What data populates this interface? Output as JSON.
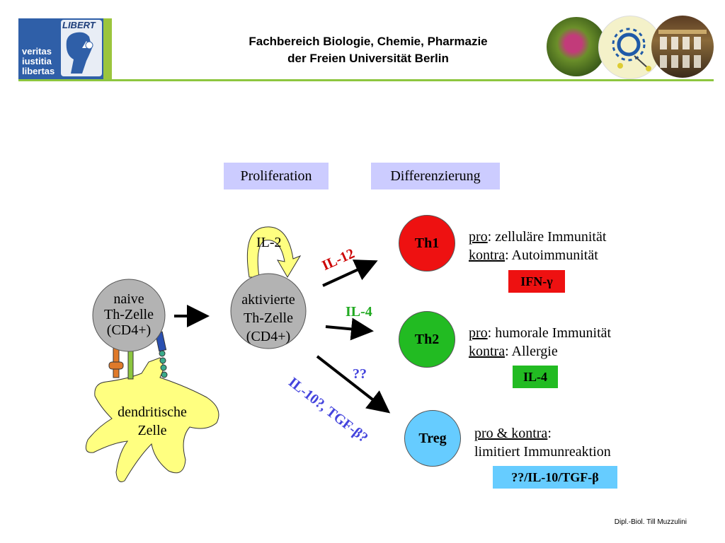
{
  "header": {
    "logo_lines": [
      "veritas",
      "iustitia",
      "libertas"
    ],
    "logo_seal_text": "LIBERT",
    "title_line1": "Fachbereich Biologie, Chemie, Pharmazie",
    "title_line2": "der Freien Universität Berlin"
  },
  "diagram": {
    "proliferation": "Proliferation",
    "differenzierung": "Differenzierung",
    "il2": "IL-2",
    "naive_cell": [
      "naive",
      "Th-Zelle",
      "(CD4+)"
    ],
    "activated_cell": [
      "aktivierte",
      "Th-Zelle",
      "(CD4+)"
    ],
    "dendritic_cell": [
      "dendritische",
      "Zelle"
    ],
    "arrow_labels": {
      "il12": "IL-12",
      "il4": "IL-4",
      "unknown": "??",
      "treg_signal": "IL-10?, TGF-β?"
    },
    "th1": {
      "name": "Th1",
      "pro_label": "pro",
      "pro_text": ": zelluläre Immunität",
      "contra_label": "kontra",
      "contra_text": ": Autoimmunität",
      "cytokine": "IFN-γ"
    },
    "th2": {
      "name": "Th2",
      "pro_label": "pro",
      "pro_text": ": humorale Immunität",
      "contra_label": "kontra",
      "contra_text": ": Allergie",
      "cytokine": "IL-4"
    },
    "treg": {
      "name": "Treg",
      "pro_label": "pro & kontra",
      "pro_text": ":",
      "line2": "limitiert Immunreaktion",
      "cytokine": "??/IL-10/TGF-β"
    }
  },
  "footer": "Dipl.-Biol. Till Muzzulini",
  "colors": {
    "th1": "#ee1111",
    "th2": "#22bb22",
    "treg": "#66ccff",
    "box": "#ccccff",
    "il12": "#cc0000",
    "il4": "#22aa22",
    "treg_signal": "#4444dd",
    "dendritic": "#ffff80",
    "cell_gray": "#b3b3b3"
  }
}
